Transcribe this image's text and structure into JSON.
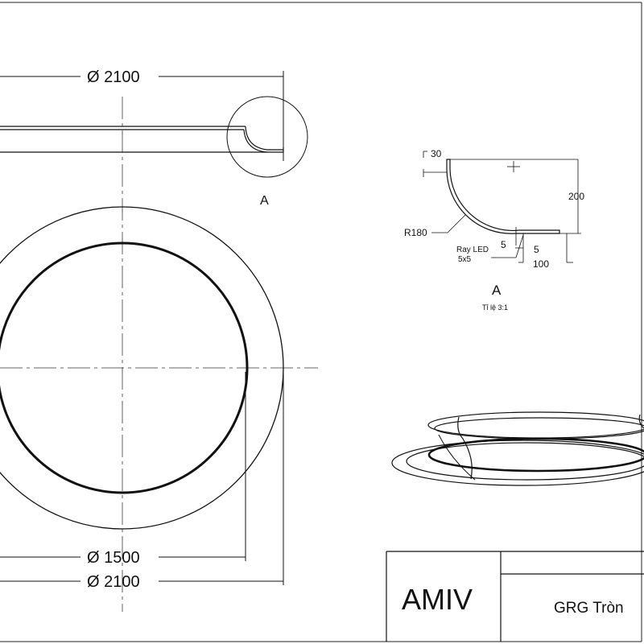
{
  "plan_view": {
    "top_dimension": "Ø 2100",
    "inner_dimension": "Ø 1500",
    "outer_dimension": "Ø 2100",
    "detail_callout": "A"
  },
  "detail_a": {
    "dim_thickness": "30",
    "dim_height": "200",
    "dim_radius": "R180",
    "dim_led_v": "5",
    "dim_led_h": "5",
    "dim_flange": "100",
    "led_label_line1": "Ray LED",
    "led_label_line2": "5x5",
    "title": "A",
    "scale": "Tỉ lệ 3:1"
  },
  "title_block": {
    "company": "AMIV",
    "product": "GRG Tròn"
  }
}
